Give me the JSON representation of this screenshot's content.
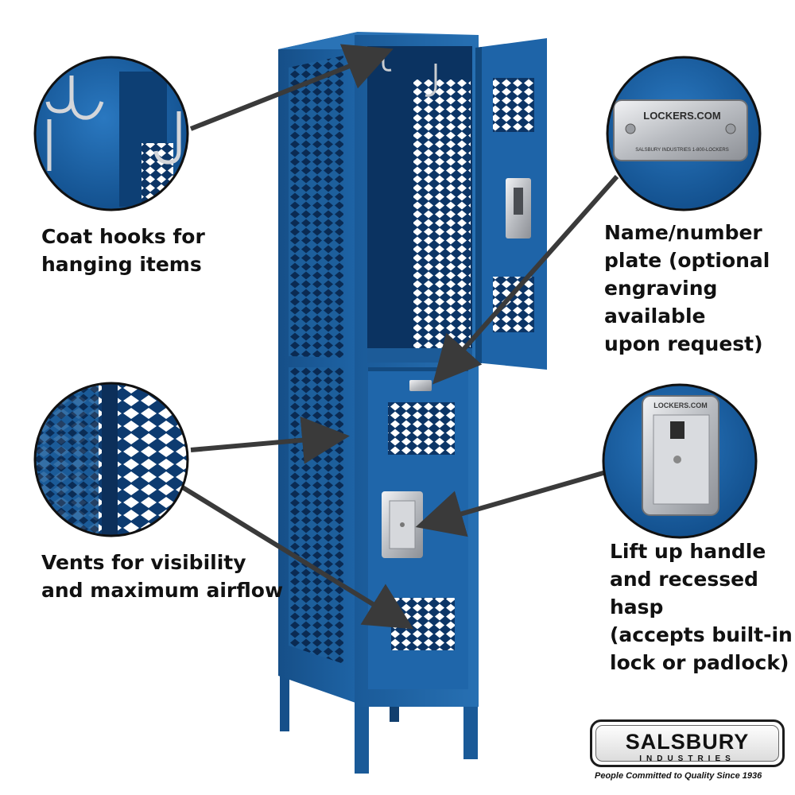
{
  "callouts": {
    "hooks": "Coat hooks for\nhanging items",
    "plate": "Name/number\nplate (optional\nengraving available\nupon request)",
    "vents": "Vents for visibility\nand maximum airflow",
    "handle": "Lift up handle\nand recessed hasp\n(accepts built-in\nlock or padlock)"
  },
  "plate_text": {
    "top": "LOCKERS.COM",
    "bottom": "SALSBURY INDUSTRIES    1-800-LOCKERS"
  },
  "hasp_text": "LOCKERS.COM",
  "logo": {
    "name": "SALSBURY",
    "sub": "INDUSTRIES",
    "tagline": "People Committed to Quality Since 1936"
  },
  "colors": {
    "locker_blue": "#1d5f9c",
    "locker_dark": "#0f3f72",
    "metal": "#c9ccd0"
  },
  "icons": [
    "coat-hook-icon",
    "vent-mesh-icon",
    "name-plate-icon",
    "hasp-handle-icon",
    "callout-arrow-icon"
  ]
}
